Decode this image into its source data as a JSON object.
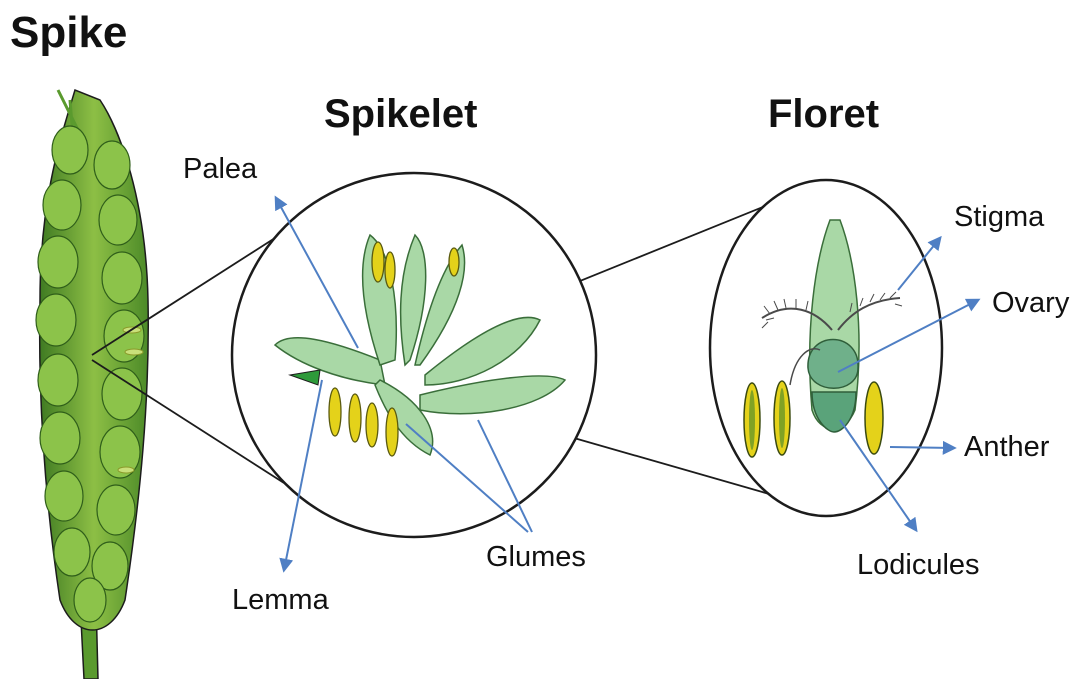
{
  "titles": {
    "spike": "Spike",
    "spikelet": "Spikelet",
    "floret": "Floret"
  },
  "labels": {
    "palea": "Palea",
    "lemma": "Lemma",
    "glumes": "Glumes",
    "stigma": "Stigma",
    "ovary": "Ovary",
    "anther": "Anther",
    "lodicules": "Lodicules"
  },
  "colors": {
    "pointer": "#4f7fc4",
    "outline": "#1c1c1c",
    "plant_dark": "#3f7a22",
    "plant_mid": "#79ad3a",
    "plant_light": "#b6d98a",
    "bract": "#a9d8a6",
    "anther_yellow": "#e4d21a"
  }
}
